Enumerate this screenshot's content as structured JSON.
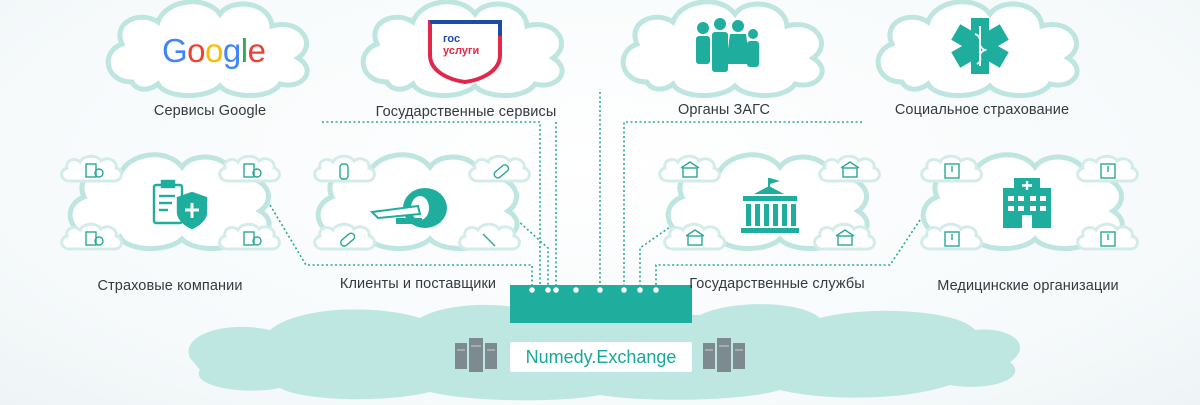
{
  "nodes": [
    {
      "id": "google",
      "label": "Сервисы Google",
      "logo_text": "Google"
    },
    {
      "id": "gosuslugi",
      "label": "Государственные сервисы",
      "logo_text_top": "гос",
      "logo_text_bottom": "услуги"
    },
    {
      "id": "zags",
      "label": "Органы ЗАГС",
      "icon": "family-icon"
    },
    {
      "id": "social",
      "label": "Социальное страхование",
      "icon": "star-of-life-icon"
    },
    {
      "id": "insurance",
      "label": "Страховые компании",
      "icon": "insurance-document-icon"
    },
    {
      "id": "clients",
      "label": "Клиенты и поставщики",
      "icon": "mri-scanner-icon"
    },
    {
      "id": "gov",
      "label": "Государственные службы",
      "icon": "government-building-icon"
    },
    {
      "id": "medical",
      "label": "Медицинские организации",
      "icon": "hospital-icon"
    }
  ],
  "hub": {
    "label": "Numedy.Exchange",
    "icon": "server-rack-icon"
  },
  "colors": {
    "accent": "#1fae9e",
    "cloud_fill": "#ffffff",
    "cloud_stroke": "#bfe5e0",
    "hub_cloud": "#bfe7e2",
    "line": "#2aa897",
    "google_blue": "#4285F4",
    "google_red": "#EA4335",
    "google_yellow": "#FBBC05",
    "google_green": "#34A853",
    "gos_blue": "#1e4aa8",
    "gos_red": "#e2284a"
  }
}
